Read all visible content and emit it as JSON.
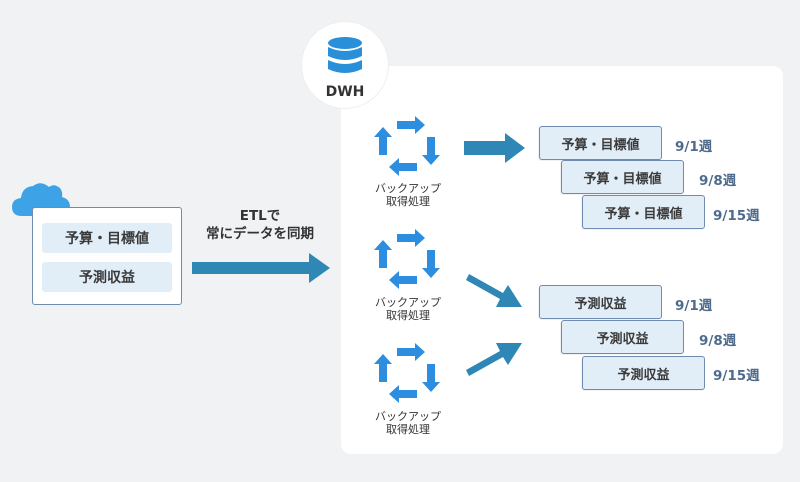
{
  "dwh": {
    "label": "DWH"
  },
  "source": {
    "items": [
      "予算・目標値",
      "予測収益"
    ]
  },
  "etl": {
    "line1": "ETLで",
    "line2": "常にデータを同期"
  },
  "backup": {
    "label_line1": "バックアップ",
    "label_line2": "取得処理"
  },
  "budget_group": {
    "cards": [
      {
        "label": "予算・目標値",
        "week": "9/1週"
      },
      {
        "label": "予算・目標値",
        "week": "9/8週"
      },
      {
        "label": "予算・目標値",
        "week": "9/15週"
      }
    ]
  },
  "forecast_group": {
    "cards": [
      {
        "label": "予測収益",
        "week": "9/1週"
      },
      {
        "label": "予測収益",
        "week": "9/8週"
      },
      {
        "label": "予測収益",
        "week": "9/15週"
      }
    ]
  },
  "colors": {
    "arrow": "#2e87b5",
    "cycle": "#2d8ee0",
    "card_fill": "#e1edf7",
    "card_border": "#6f8bb0",
    "week_text": "#4f6b8c",
    "cloud": "#3da3e6",
    "database": "#2a8fd9"
  },
  "icons": [
    "cloud-icon",
    "database-icon",
    "refresh-cycle-icon",
    "arrow-right-icon"
  ]
}
